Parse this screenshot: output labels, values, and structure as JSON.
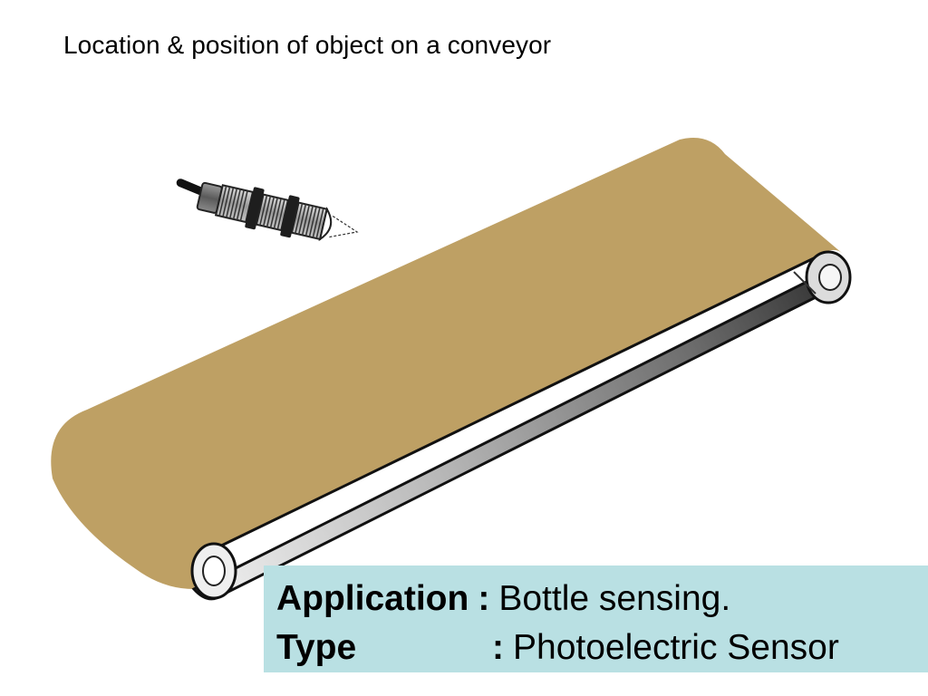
{
  "slide": {
    "title": "Location & position of object on a conveyor"
  },
  "info": {
    "application_label": "Application",
    "application_sep": ":",
    "application_value": "Bottle sensing.",
    "type_label": "Type",
    "type_sep": ":",
    "type_value": "Photoelectric Sensor"
  },
  "colors": {
    "belt": "#bea064",
    "side_dark": "#2c2c2c",
    "side_light": "#e8e8e8",
    "info_bg": "#b9e0e3",
    "sensor_body": "#7a7a7a"
  },
  "icons": {
    "sensor": "photoelectric-sensor-icon",
    "conveyor": "conveyor-belt-icon"
  }
}
